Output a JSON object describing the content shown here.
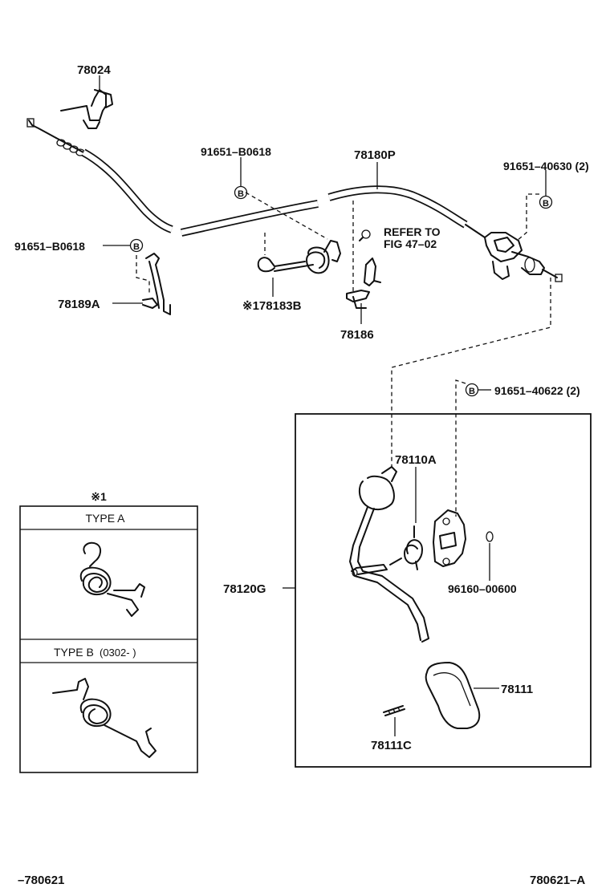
{
  "labels": {
    "p78024": "78024",
    "p91651_b0618_top": "91651–B0618",
    "p78180p": "78180P",
    "p91651_40630": "91651–40630 (2)",
    "p91651_b0618_left": "91651–B0618",
    "refer_to_line1": "REFER TO",
    "refer_to_line2": "FIG 47–02",
    "p78189a": "78189A",
    "p78183b": "※178183B",
    "p78186": "78186",
    "p91651_40622": "91651–40622 (2)",
    "p78110a": "78110A",
    "p78120g": "78120G",
    "p96160_00600": "96160–00600",
    "p78111": "78111",
    "p78111c": "78111C"
  },
  "bolt_marker": "B",
  "inset": {
    "note_mark": "※1",
    "type_a": "TYPE A",
    "type_b": "TYPE B",
    "type_b_range": "(0302-         )"
  },
  "footer": {
    "left_code": "–780621",
    "right_code": "780621–A"
  }
}
